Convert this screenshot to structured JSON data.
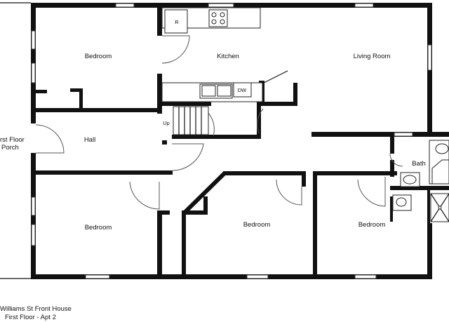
{
  "rooms": {
    "bedroom_top_left": "Bedroom",
    "kitchen": "Kitchen",
    "living_room": "Living Room",
    "hall": "Hall",
    "porch_line1": "rst Floor",
    "porch_line2": "Porch",
    "bath": "Bath",
    "bedroom_bottom_left": "Bedroom",
    "bedroom_bottom_middle": "Bedroom",
    "bedroom_bottom_right": "Bedroom"
  },
  "fixtures": {
    "refrigerator": "R",
    "dishwasher": "DW",
    "stairs": "Up"
  },
  "caption": {
    "line1": "Williams St Front House",
    "line2": "First Floor - Apt 2"
  }
}
